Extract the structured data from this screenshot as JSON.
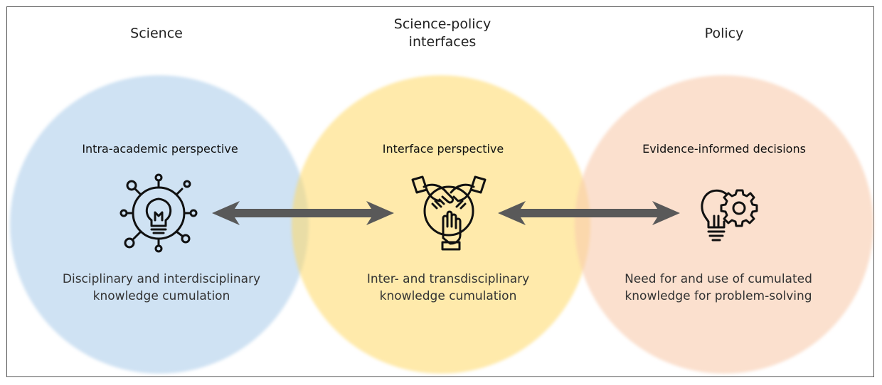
{
  "headings": {
    "science": "Science",
    "interfaces_line1": "Science-policy",
    "interfaces_line2": "interfaces",
    "policy": "Policy"
  },
  "science": {
    "perspective": "Intra-academic perspective",
    "desc_line1": "Disciplinary and interdisciplinary",
    "desc_line2": "knowledge cumulation",
    "icon": "lightbulb-network-icon",
    "color": "#BDD7EE"
  },
  "interface": {
    "perspective": "Interface perspective",
    "desc_line1": "Inter- and transdisciplinary",
    "desc_line2": "knowledge cumulation",
    "icon": "stacked-hands-icon",
    "color": "#FFD966"
  },
  "policy": {
    "perspective": "Evidence-informed decisions",
    "desc_line1": "Need for and use of cumulated",
    "desc_line2": "knowledge for problem-solving",
    "icon": "lightbulb-gear-icon",
    "color": "#F8CBAD"
  },
  "arrow_color": "#595959"
}
